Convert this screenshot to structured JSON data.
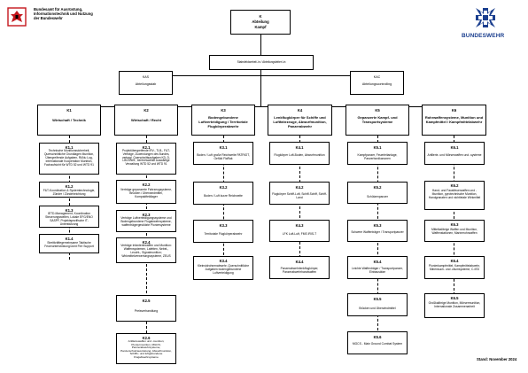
{
  "header": {
    "agency_lines": [
      "Bundesamt für Ausrüstung,",
      "Informationstechnik und Nutzung",
      "der Bundeswehr"
    ],
    "brand": "BUNDESWEHR",
    "brand_color": "#1b3f8f",
    "left_logo_icon": "baainbw-eagle-emblem",
    "right_logo_icon": "iron-cross-emblem"
  },
  "top": {
    "code": "K",
    "line1": "Abteilung",
    "line2": "Kampf",
    "staff": "Stabsfeldwebel/-in / Abteilungsleiter/-in"
  },
  "staff_units": [
    {
      "code": "KAS",
      "name": "Abteilungsstab"
    },
    {
      "code": "KAC",
      "name": "Abteilungscontrolling"
    }
  ],
  "divisions": [
    {
      "code": "K1",
      "name": "Wirtschaft / Technik",
      "units": [
        {
          "code": "K1.1",
          "text": "Technische Munitionssicherheit, Querschnittliche Grundlagen Munition, Übergreifende Aufgaben, RüNu Log, internationale Kooperation Munition, Fachaufsicht für WTD 52 und WTD 91"
        },
        {
          "code": "K1.2",
          "text": "F&T-Koordination & Systemtechnologie, Zünder / Zündeinrichtung"
        },
        {
          "code": "K1.3",
          "text": "IETD-Management, Koordination Steuerungsstellen, Lokale EFG/ENO SASPF, Projektspezifische IT-Unterstützung"
        },
        {
          "code": "K1.4",
          "text": "Streitkräftegemeinsame Taktische Feuerunterstützung/Joint Fire Support"
        }
      ]
    },
    {
      "code": "K2",
      "name": "Wirtschaft / Recht",
      "units": [
        {
          "code": "K2.1",
          "text": "Projektübergreifende IRV-, TLB-, F&T-Verträge, Zuwendungen des Bundes, vertragl. Querschnittsaufgaben KD, D-LBO/Vertr., bereichsweise Auswärtige Verwaltung WTD 52 und WTD 91"
        },
        {
          "code": "K2.2",
          "text": "Verträge gepanzerte Fahrzeugsysteme, Brücken / Überwindmittel, Kompaktfeldlager"
        },
        {
          "code": "K2.3",
          "text": "Verträge Luftverteidigungssysteme und Bodengebundene Flugabwehrsysteme, waffenträgergestützte Pioniersysteme"
        },
        {
          "code": "K2.4",
          "text": "Verträge Infanteriewaffen und Munition: Waffensystemen, Lafetten, Nebel-, Leucht-, Signalmunition; Wirkmittelverwertungssysteme, ZEUS"
        },
        {
          "code": "K2.5",
          "text": "Preisverhandlung"
        },
        {
          "code": "K2.6",
          "text": "Artilleriewaffen und -munition; Pioniermunition, MGCS; Panzerabwehrsysteme, Panzerschutzausrüstung, Abwurfmunition, Schiffs- und luftgebundene Flugabwehrsysteme"
        }
      ]
    },
    {
      "code": "K3",
      "name": "Bodengebundene Luftverteidigung / Territoriale Flugkörperabwehr",
      "units": [
        {
          "code": "K3.1",
          "text": "Boden / Luft große Reichweite PATRIOT, Gefüld FlaRak"
        },
        {
          "code": "K3.2",
          "text": "Boden / Luft kurze Reichweite"
        },
        {
          "code": "K3.3",
          "text": "Territoriale Flugkörperabwehr"
        },
        {
          "code": "K3.4",
          "text": "Kleinstdrohnenabwehr, Querschnittliche Aufgaben bodengebundene Luftverteidigung"
        }
      ]
    },
    {
      "code": "K4",
      "name": "Lenkflugkörper für Schiffe und Luftfahrzeuge, Abwurfmunition, Panzerabwehr",
      "units": [
        {
          "code": "K4.1",
          "text": "Flugkörper Luft-Boden, Abwurfmunition"
        },
        {
          "code": "K4.2",
          "text": "Flugkörper Schiff-Luft, Schiff-Schiff, Schiff-Land"
        },
        {
          "code": "K4.3",
          "text": "LFK Luft-Luft, FMS IRIS-T"
        },
        {
          "code": "K4.4",
          "text": "Panzerabwehrlenkflugkörper, Panzerabwehrhandwaffen"
        }
      ]
    },
    {
      "code": "K5",
      "name": "Gepanzerte Kampf- und Transportsysteme",
      "units": [
        {
          "code": "K5.1",
          "text": "Kampfpanzer, Feuerleitanlage, Panzerbordkanonen"
        },
        {
          "code": "K5.2",
          "text": "Schützenpanzer"
        },
        {
          "code": "K5.3",
          "text": "Schwere Waffenträger / Transportpanzer"
        },
        {
          "code": "K5.4",
          "text": "Leichte Waffenträger / Transportpanzer, Einbausätze"
        },
        {
          "code": "K5.5",
          "text": "Brücken und Überwindmittel"
        },
        {
          "code": "K5.6",
          "text": "MGCS - Main Ground Combat System"
        }
      ]
    },
    {
      "code": "K6",
      "name": "Rohrwaffensysteme, Munition und Kampfmittel / Kampfmittelabwehr",
      "units": [
        {
          "code": "K6.1",
          "text": "Artillerie- und Mörserwaffen und -systeme"
        },
        {
          "code": "K6.2",
          "text": "Hand- und Faustfeuerwaffen und -Munition, pyrotechnische Munition, Handgranaten und nichtletale Wirkmittel"
        },
        {
          "code": "K6.3",
          "text": "Mittelkalibrige Waffen und Munition, Waffenstationen, Marinerohrwaffen"
        },
        {
          "code": "K6.4",
          "text": "Pionierkampfmittel, Kampfmittelabwehr, Minensuch- und -räumsysteme, C-IED"
        },
        {
          "code": "K6.5",
          "text": "Großkalibrige Munition, Mörsermunition, Internationale Zusammenarbeit"
        }
      ]
    }
  ],
  "footer": "Stand: November 2024"
}
